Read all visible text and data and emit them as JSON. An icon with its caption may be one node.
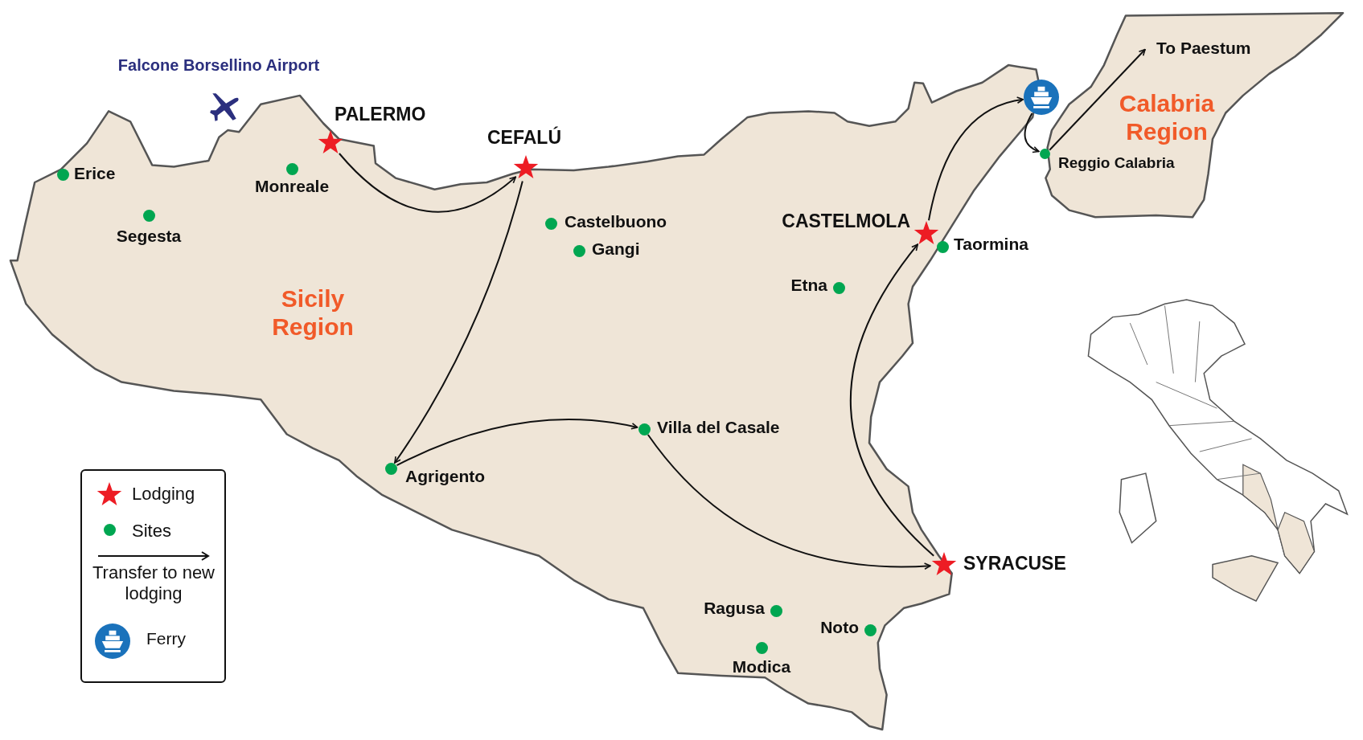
{
  "diagram": {
    "nodes": [
      {
        "text": [
          "PALERMO"
        ]
      },
      {
        "text": [
          "CEFALÚ"
        ]
      },
      {
        "text": [
          "Agrigento"
        ]
      },
      {
        "text": [
          "Villa del Casale"
        ]
      },
      {
        "text": [
          "SYRACUSE"
        ]
      },
      {
        "text": [
          "CASTELMOLA"
        ]
      },
      {
        "text": [],
        "shape": "circle"
      },
      {
        "text": [
          "Reggio Calabria"
        ]
      },
      {
        "text": [
          "To Paestum"
        ]
      },
      {
        "text": [
          "Erice"
        ]
      },
      {
        "text": [
          "Segesta"
        ]
      },
      {
        "text": [
          "Monreale"
        ]
      },
      {
        "text": [
          "Castelbuono"
        ]
      },
      {
        "text": [
          "Gangi"
        ]
      },
      {
        "text": [
          "Taormina"
        ]
      },
      {
        "text": [
          "Etna"
        ]
      },
      {
        "text": [
          "Ragusa"
        ]
      },
      {
        "text": [
          "Noto"
        ]
      },
      {
        "text": [
          "Modica"
        ]
      }
    ],
    "edges": [
      {
        "from": 0,
        "to": 1,
        "arrow": "to"
      },
      {
        "from": 1,
        "to": 2,
        "arrow": "to"
      },
      {
        "from": 2,
        "to": 3,
        "arrow": "to"
      },
      {
        "from": 3,
        "to": 4,
        "arrow": "to"
      },
      {
        "from": 4,
        "to": 5,
        "arrow": "to"
      },
      {
        "from": 5,
        "to": 6,
        "arrow": "to"
      },
      {
        "from": 6,
        "to": 7,
        "arrow": "to"
      },
      {
        "from": 7,
        "to": 8,
        "arrow": "to"
      }
    ],
    "labels": [
      "Falcone Borsellino Airport",
      "Sicily Region",
      "Calabria Region"
    ],
    "legend": [
      {
        "text": "Lodging"
      },
      {
        "text": "Sites",
        "color": "#00a651"
      },
      {
        "text": "Transfer to new lodging"
      },
      {
        "text": "Ferry"
      }
    ]
  }
}
